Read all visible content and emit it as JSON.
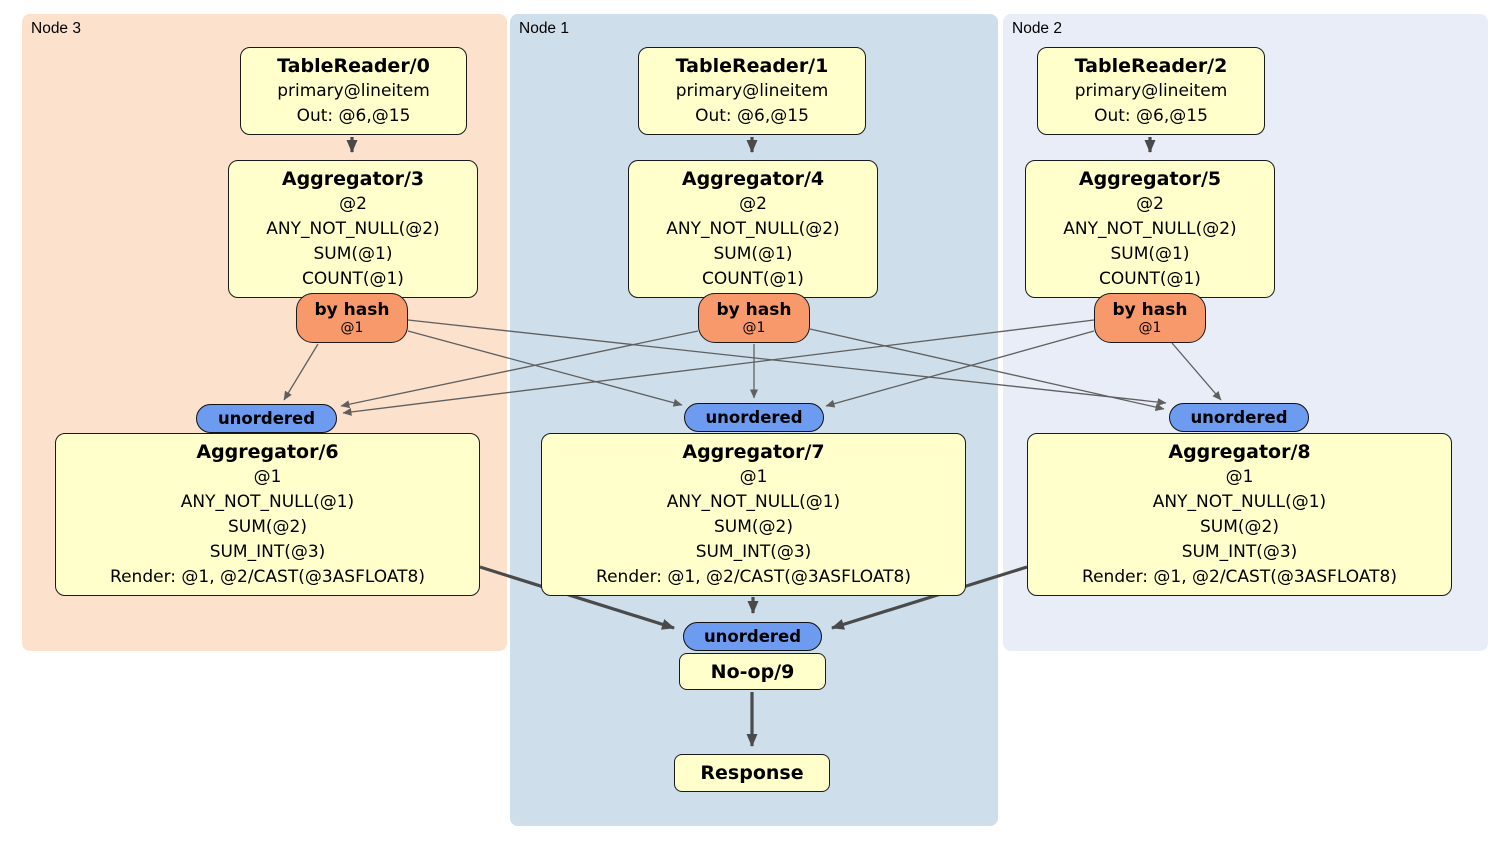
{
  "regions": [
    {
      "label": "Node 3"
    },
    {
      "label": "Node 1"
    },
    {
      "label": "Node 2"
    }
  ],
  "tablereaders": [
    {
      "title": "TableReader/0",
      "index": "primary@lineitem",
      "out": "Out: @6,@15"
    },
    {
      "title": "TableReader/1",
      "index": "primary@lineitem",
      "out": "Out: @6,@15"
    },
    {
      "title": "TableReader/2",
      "index": "primary@lineitem",
      "out": "Out: @6,@15"
    }
  ],
  "aggregators_top": [
    {
      "title": "Aggregator/3",
      "lines": [
        "@2",
        "ANY_NOT_NULL(@2)",
        "SUM(@1)",
        "COUNT(@1)"
      ]
    },
    {
      "title": "Aggregator/4",
      "lines": [
        "@2",
        "ANY_NOT_NULL(@2)",
        "SUM(@1)",
        "COUNT(@1)"
      ]
    },
    {
      "title": "Aggregator/5",
      "lines": [
        "@2",
        "ANY_NOT_NULL(@2)",
        "SUM(@1)",
        "COUNT(@1)"
      ]
    }
  ],
  "routers": [
    {
      "title": "by hash",
      "detail": "@1"
    },
    {
      "title": "by hash",
      "detail": "@1"
    },
    {
      "title": "by hash",
      "detail": "@1"
    }
  ],
  "stream_label": "unordered",
  "aggregators_bottom": [
    {
      "title": "Aggregator/6",
      "lines": [
        "@1",
        "ANY_NOT_NULL(@1)",
        "SUM(@2)",
        "SUM_INT(@3)",
        "Render: @1, @2/CAST(@3ASFLOAT8)"
      ]
    },
    {
      "title": "Aggregator/7",
      "lines": [
        "@1",
        "ANY_NOT_NULL(@1)",
        "SUM(@2)",
        "SUM_INT(@3)",
        "Render: @1, @2/CAST(@3ASFLOAT8)"
      ]
    },
    {
      "title": "Aggregator/8",
      "lines": [
        "@1",
        "ANY_NOT_NULL(@1)",
        "SUM(@2)",
        "SUM_INT(@3)",
        "Render: @1, @2/CAST(@3ASFLOAT8)"
      ]
    }
  ],
  "noop_title": "No-op/9",
  "response_title": "Response",
  "colors": {
    "node3_bg": "#fce1cd",
    "node1_bg": "#cedeea",
    "node2_bg": "#e8edf7",
    "processor_bg": "#ffffcc",
    "router_bg": "#f8996b",
    "stream_bg": "#6c9bf0",
    "edge": "#4a4a4a"
  }
}
